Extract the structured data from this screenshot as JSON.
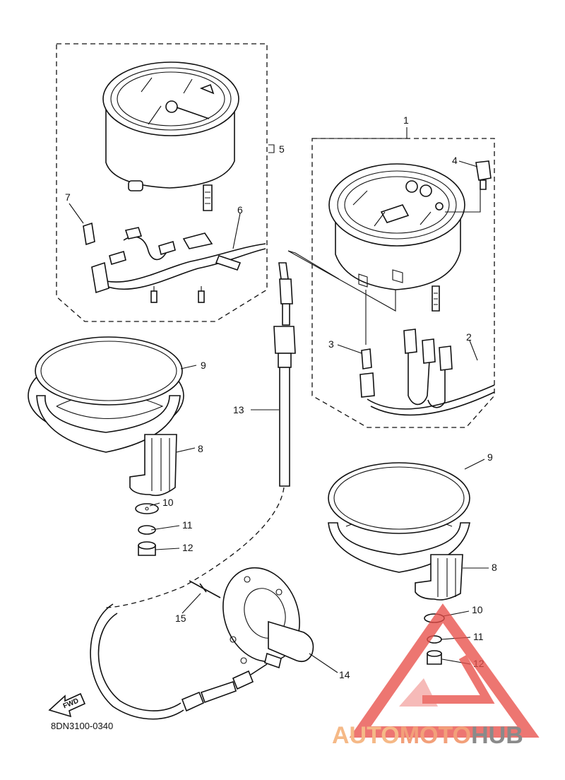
{
  "diagram": {
    "code": "8DN3100-0340",
    "fwd_label": "FWD",
    "callouts": [
      "1",
      "2",
      "3",
      "4",
      "5",
      "6",
      "7",
      "8",
      "9",
      "10",
      "11",
      "12",
      "13",
      "14",
      "15"
    ],
    "callouts_right": [
      "8",
      "9",
      "10",
      "11",
      "12"
    ]
  },
  "watermark": {
    "part1": "AUTO",
    "part2": "MOTO",
    "part3": "HUB",
    "color1": "#f5b987",
    "color2": "#f2a07a",
    "color3": "#8a8a8a",
    "logo_color": "#e8504a"
  }
}
